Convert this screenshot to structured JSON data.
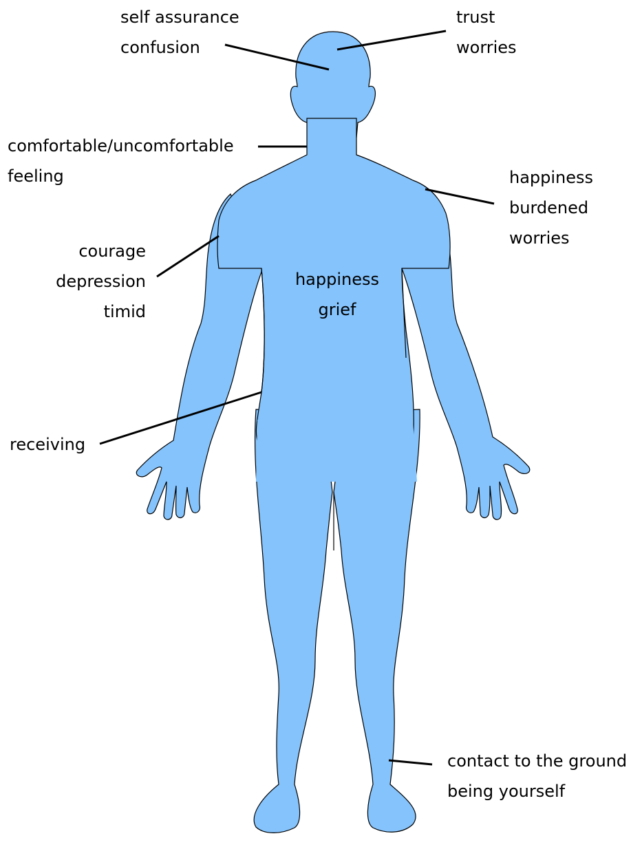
{
  "colors": {
    "body_fill": "#85c3fc",
    "outline": "#000000",
    "leader_line": "#000000",
    "text": "#000000",
    "background": "#ffffff"
  },
  "labels": {
    "head_left": [
      "self assurance",
      "confusion"
    ],
    "head_right": [
      "trust",
      "worries"
    ],
    "neck": [
      "comfortable/uncomfortable",
      "feeling"
    ],
    "shoulder": [
      "happiness",
      "burdened",
      "worries"
    ],
    "upper_arm": [
      "courage",
      "depression",
      "timid"
    ],
    "chest": [
      "happiness",
      "grief"
    ],
    "hand": [
      "receiving"
    ],
    "ankle": [
      "contact to the ground",
      "being yourself"
    ]
  }
}
